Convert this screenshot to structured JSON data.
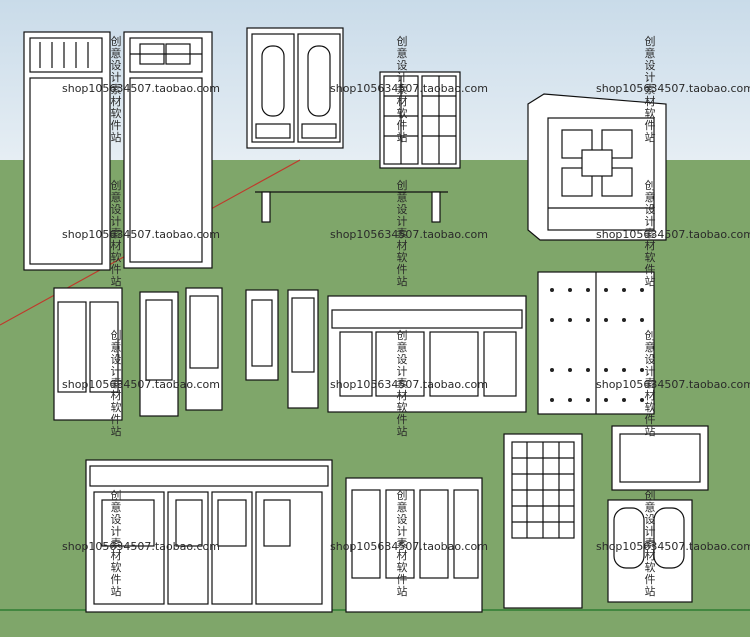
{
  "watermark": {
    "shop_text": "shop105634507.taobao.com",
    "vertical_text": "创意设计素材软件站"
  },
  "colors": {
    "sky_top": "#c9dbe9",
    "ground": "#7fa66a",
    "line": "#111111",
    "panel": "#ffffff"
  },
  "objects": [
    "tall-door-with-transom",
    "tall-door-with-lattice-transom",
    "double-lattice-window",
    "double-grid-window",
    "pavilion-lattice-panel",
    "hitching-rail",
    "narrow-lattice-doors",
    "shopfront-grid-doors",
    "studded-gate",
    "four-panel-door-set",
    "lattice-door-set",
    "grid-door",
    "ornamental-windows"
  ]
}
